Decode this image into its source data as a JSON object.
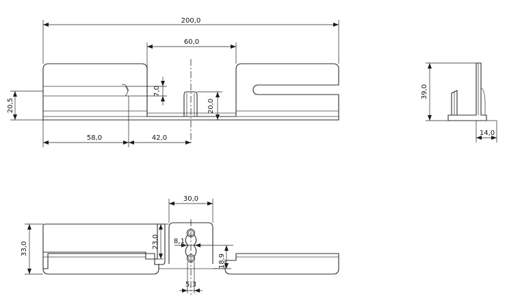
{
  "dimensions": {
    "front_overall_length": "200,0",
    "front_center_tab_width": "60,0",
    "front_slot_height": "7,0",
    "front_left_height": "20,5",
    "front_tab_height": "20,0",
    "front_left_offset": "58,0",
    "front_center_offset": "42,0",
    "side_height": "39,0",
    "side_depth": "14,0",
    "bottom_tab_width": "30,0",
    "bottom_overall_depth": "33,0",
    "bottom_tab_depth": "23,0",
    "bottom_slot_width": "8,1",
    "bottom_slot_depth": "18,9",
    "bottom_pin_width": "5,3"
  }
}
